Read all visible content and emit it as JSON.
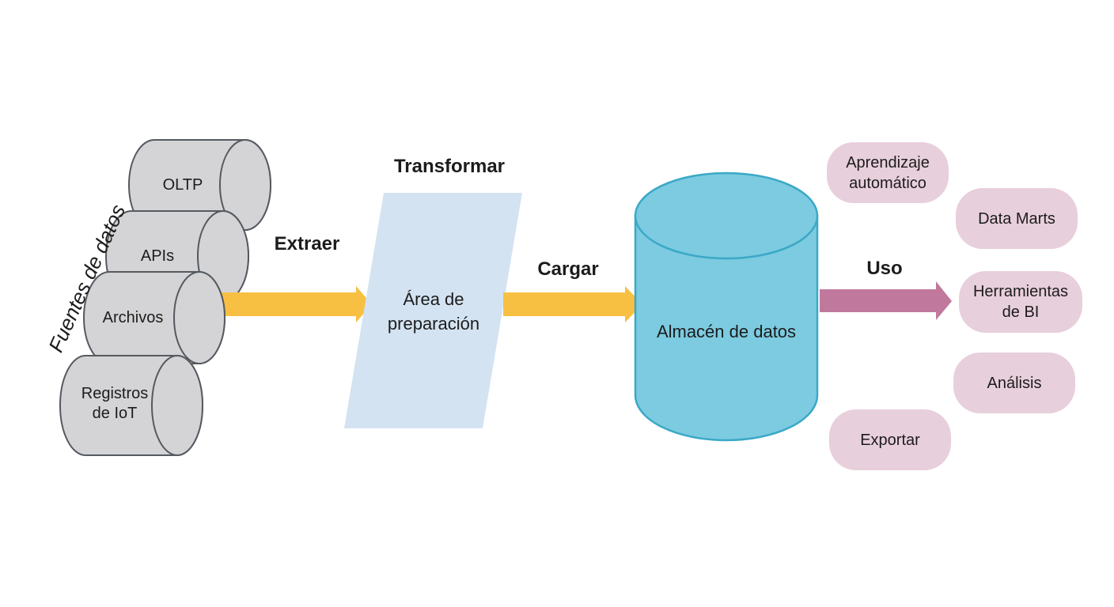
{
  "diagram": {
    "sources_label": "Fuentes de datos",
    "sources": [
      "OLTP",
      "APIs",
      "Archivos",
      "Registros de IoT"
    ],
    "steps": {
      "extract": "Extraer",
      "transform": "Transformar",
      "load": "Cargar",
      "use": "Uso"
    },
    "staging_label": "Área de preparación",
    "warehouse_label": "Almacén de datos",
    "outputs": [
      "Aprendizaje automático",
      "Data Marts",
      "Herramientas de BI",
      "Análisis",
      "Exportar"
    ],
    "colors": {
      "source_fill": "#d4d4d6",
      "source_stroke": "#555a60",
      "etl_arrow": "#f8c043",
      "staging_fill": "#d3e3f2",
      "warehouse_fill": "#7ccbe0",
      "warehouse_stroke": "#3aa9c6",
      "use_arrow": "#c0789c",
      "output_fill": "#e8cfdc"
    }
  }
}
